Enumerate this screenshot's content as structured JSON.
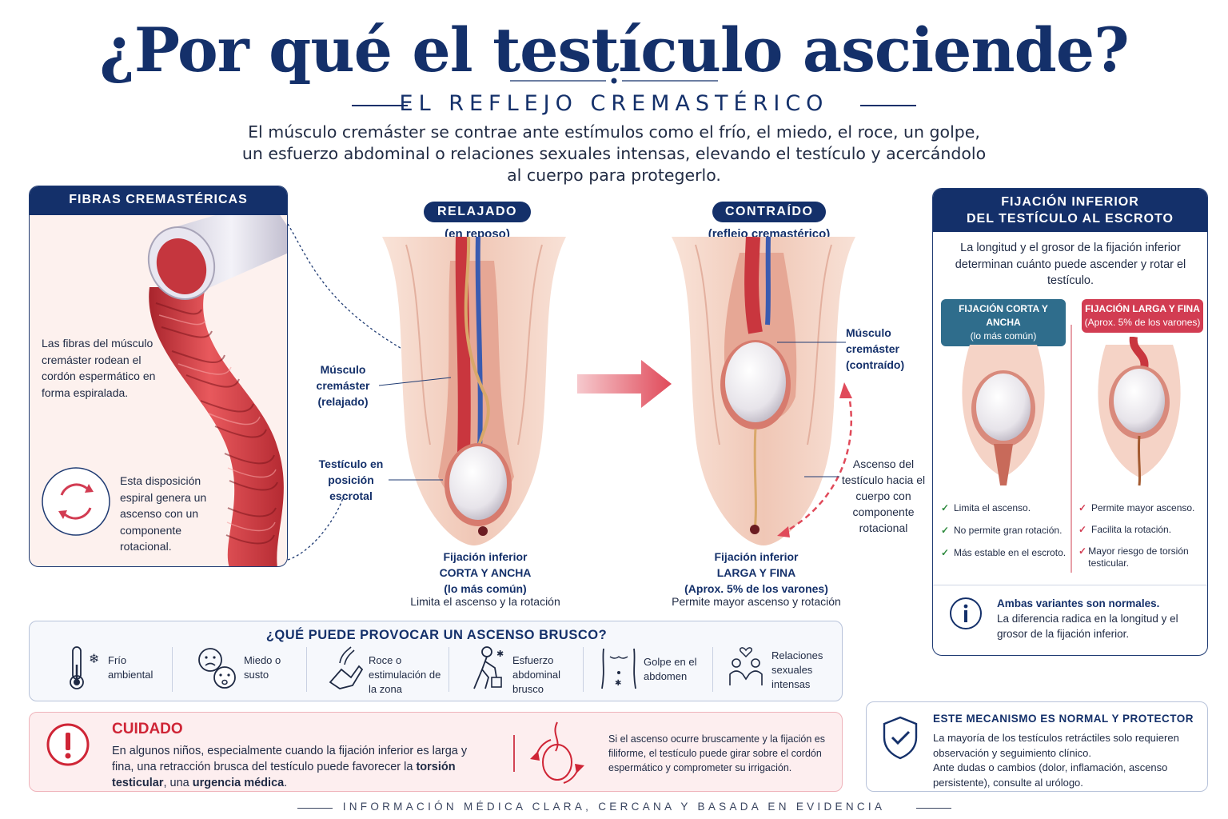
{
  "title": "¿Por qué el testículo asciende?",
  "subtitle": "EL REFLEJO CREMASTÉRICO",
  "intro": "El músculo cremáster se contrae ante estímulos como el frío, el miedo, el roce, un golpe, un esfuerzo abdominal o relaciones sexuales intensas, elevando el testículo y acercándolo al cuerpo para protegerlo.",
  "fibras": {
    "header": "FIBRAS CREMASTÉRICAS",
    "text1": "Las fibras del músculo cremáster rodean el cordón espermático en forma espiralada.",
    "text2": "Esta disposición espiral genera un ascenso con un componente rotacional."
  },
  "relajado": {
    "pill": "RELAJADO",
    "sub": "(en reposo)",
    "muscle_label": "Músculo cremáster (relajado)",
    "testis_label": "Testículo en posición escrotal",
    "fix_line1": "Fijación inferior",
    "fix_line2": "CORTA Y ANCHA",
    "fix_line3": "(lo más común)",
    "limit": "Limita el ascenso y la rotación"
  },
  "contraido": {
    "pill": "CONTRAÍDO",
    "sub": "(reflejo cremastérico)",
    "muscle_label": "Músculo cremáster (contraído)",
    "ascent_label": "Ascenso del testículo hacia el cuerpo con componente rotacional",
    "fix_line1": "Fijación inferior",
    "fix_line2": "LARGA Y FINA",
    "fix_line3": "(Aprox. 5% de los varones)",
    "limit": "Permite mayor ascenso y rotación"
  },
  "fijacion": {
    "header_line1": "FIJACIÓN INFERIOR",
    "header_line2": "DEL TESTÍCULO AL ESCROTO",
    "intro": "La longitud y el grosor de la fijación inferior determinan cuánto puede ascender y rotar el testículo.",
    "corta": {
      "title": "FIJACIÓN CORTA Y ANCHA",
      "sub": "(lo más común)",
      "items": [
        "Limita el ascenso.",
        "No permite gran rotación.",
        "Más estable en el escroto."
      ]
    },
    "larga": {
      "title": "FIJACIÓN LARGA Y FINA",
      "sub": "(Aprox. 5% de los varones)",
      "items": [
        "Permite mayor ascenso.",
        "Facilita la rotación.",
        "Mayor riesgo de torsión testicular."
      ]
    },
    "footer_bold": "Ambas variantes son normales.",
    "footer_text": "La diferencia radica en la longitud y el grosor de la fijación inferior."
  },
  "causes": {
    "title": "¿QUÉ PUEDE PROVOCAR UN ASCENSO BRUSCO?",
    "items": [
      {
        "icon": "thermometer-icon",
        "label": "Frío ambiental"
      },
      {
        "icon": "fear-faces-icon",
        "label": "Miedo o susto"
      },
      {
        "icon": "touch-hand-icon",
        "label": "Roce o estimulación de la zona"
      },
      {
        "icon": "lifting-effort-icon",
        "label": "Esfuerzo abdominal brusco"
      },
      {
        "icon": "abdomen-hit-icon",
        "label": "Golpe en el abdomen"
      },
      {
        "icon": "couple-icon",
        "label": "Relaciones sexuales intensas"
      }
    ]
  },
  "cuidado": {
    "title": "CUIDADO",
    "text_a": "En algunos niños, especialmente cuando la fijación inferior es larga y fina, una retracción brusca del testículo puede favorecer la ",
    "text_b": "torsión testicular",
    "text_c": ", una ",
    "text_d": "urgencia médica",
    "text_e": ".",
    "right": "Si el ascenso ocurre bruscamente y la fijación es filiforme, el testículo puede girar sobre el cordón espermático y comprometer su irrigación."
  },
  "normal": {
    "title": "ESTE MECANISMO ES NORMAL Y PROTECTOR",
    "line1": "La mayoría de los testículos retráctiles solo requieren observación y seguimiento clínico.",
    "line2": "Ante dudas o cambios (dolor, inflamación, ascenso persistente), consulte al urólogo."
  },
  "footer": "INFORMACIÓN MÉDICA CLARA, CERCANA Y BASADA EN EVIDENCIA",
  "colors": {
    "navy": "#14306a",
    "red": "#d23c52",
    "teal": "#2f6d8c",
    "green": "#2e8a3e"
  }
}
